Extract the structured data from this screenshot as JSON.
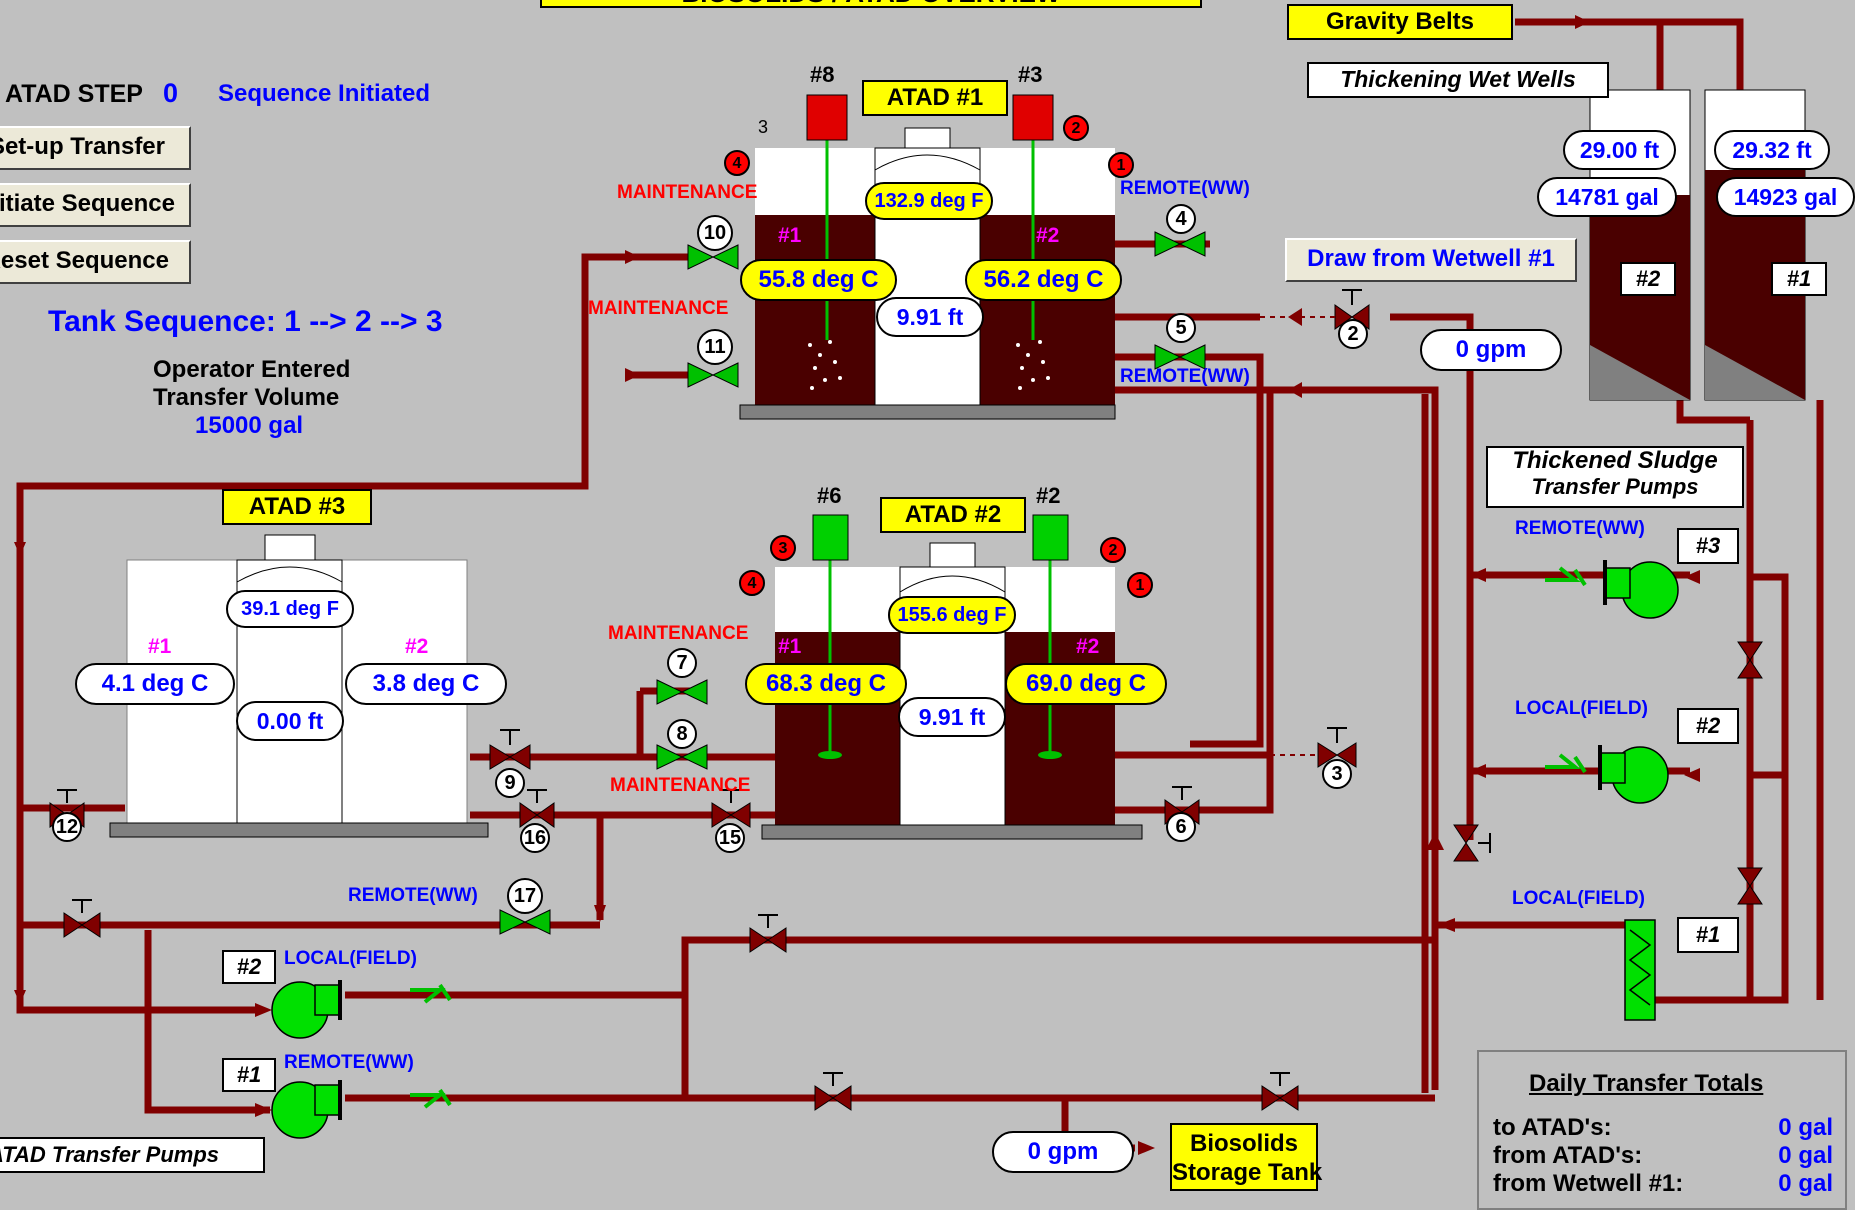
{
  "header": {
    "title": "BIOSOLIDS / ATAD OVERVIEW"
  },
  "sequence": {
    "step_label": "ATAD STEP",
    "step_value": "0",
    "status": "Sequence Initiated",
    "buttons": [
      "Set-up Transfer",
      "Initiate Sequence",
      "Reset Sequence"
    ],
    "tank_sequence": "Tank Sequence:  1 --> 2 --> 3",
    "operator_label_1": "Operator Entered",
    "operator_label_2": "Transfer Volume",
    "transfer_volume": "15000 gal"
  },
  "atad1": {
    "title": "ATAD #1",
    "temp_f": "132.9 deg F",
    "level": "9.91 ft",
    "zone1": {
      "label": "#1",
      "temp": "55.8 deg C"
    },
    "zone2": {
      "label": "#2",
      "temp": "56.2 deg C"
    },
    "mixer_left": "#8",
    "mixer_right": "#3",
    "small_num": "3",
    "red_left": "4",
    "red_right": "2",
    "red_far": "1",
    "maint_a": "MAINTENANCE",
    "maint_b": "MAINTENANCE",
    "remote_a": "REMOTE(WW)",
    "remote_b": "REMOTE(WW)"
  },
  "atad2": {
    "title": "ATAD #2",
    "temp_f": "155.6 deg F",
    "level": "9.91 ft",
    "zone1": {
      "label": "#1",
      "temp": "68.3 deg C"
    },
    "zone2": {
      "label": "#2",
      "temp": "69.0 deg C"
    },
    "mixer_left": "#6",
    "mixer_right": "#2",
    "red_a": "3",
    "red_b": "4",
    "red_c": "2",
    "red_d": "1",
    "maint_a": "MAINTENANCE",
    "maint_b": "MAINTENANCE"
  },
  "atad3": {
    "title": "ATAD #3",
    "temp_f": "39.1 deg F",
    "level": "0.00 ft",
    "zone1": {
      "label": "#1",
      "temp": "4.1 deg C"
    },
    "zone2": {
      "label": "#2",
      "temp": "3.8 deg C"
    }
  },
  "valves": [
    "10",
    "11",
    "4",
    "5",
    "2",
    "3",
    "7",
    "8",
    "6",
    "9",
    "12",
    "16",
    "15",
    "17"
  ],
  "wetwells": {
    "gravity_belts": "Gravity Belts",
    "title": "Thickening Wet Wells",
    "well2": {
      "level": "29.00 ft",
      "volume": "14781 gal",
      "label": "#2"
    },
    "well1": {
      "level": "29.32 ft",
      "volume": "14923 gal",
      "label": "#1"
    },
    "draw_button": "Draw from Wetwell #1",
    "flow": "0 gpm"
  },
  "thickened_pumps": {
    "title_1": "Thickened Sludge",
    "title_2": "Transfer Pumps",
    "p3": {
      "mode": "REMOTE(WW)",
      "label": "#3"
    },
    "p2": {
      "mode": "LOCAL(FIELD)",
      "label": "#2"
    },
    "p1": {
      "mode": "LOCAL(FIELD)",
      "label": "#1"
    }
  },
  "atad_pumps": {
    "title": "ATAD Transfer Pumps",
    "p2": {
      "mode": "LOCAL(FIELD)",
      "label": "#2"
    },
    "p1": {
      "mode": "REMOTE(WW)",
      "label": "#1"
    },
    "v17_mode": "REMOTE(WW)",
    "flow": "0 gpm"
  },
  "storage": {
    "line1": "Biosolids",
    "line2": "Storage Tank"
  },
  "daily_totals": {
    "title": "Daily Transfer Totals",
    "rows": [
      {
        "label": "to ATAD's:",
        "value": "0 gal"
      },
      {
        "label": "from ATAD's:",
        "value": "0 gal"
      },
      {
        "label": "from Wetwell #1:",
        "value": "0 gal"
      }
    ]
  },
  "colors": {
    "pipe": "#800000",
    "sludge": "#4a0000",
    "valve_green": "#00c000",
    "pump_green": "#00e000",
    "motor_red": "#e00000",
    "label_yellow": "#ffff00"
  }
}
